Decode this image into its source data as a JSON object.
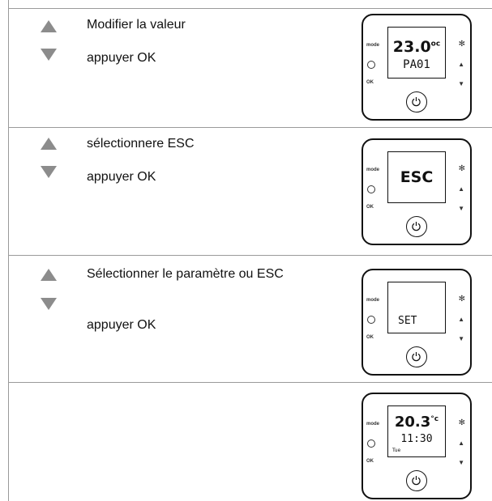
{
  "rows": [
    {
      "line1": "Modifier la valeur",
      "line2": "appuyer OK",
      "display": {
        "main": "23.0",
        "unit": "oc",
        "sub": "PA01"
      }
    },
    {
      "line1": "sélectionnere ESC",
      "line2": "appuyer OK",
      "display": {
        "main": "ESC"
      }
    },
    {
      "line1": "Sélectionner le paramètre ou ESC",
      "line2": "appuyer OK",
      "display": {
        "sub": "SET"
      }
    },
    {
      "display": {
        "main": "20.3",
        "unit": "°c",
        "sub": "11:30",
        "day": "Tue"
      }
    }
  ],
  "thermostat": {
    "mode_label": "mode",
    "ok_label": "OK"
  },
  "colors": {
    "arrow": "#8c8c8c",
    "rule": "#9a9a9a"
  }
}
